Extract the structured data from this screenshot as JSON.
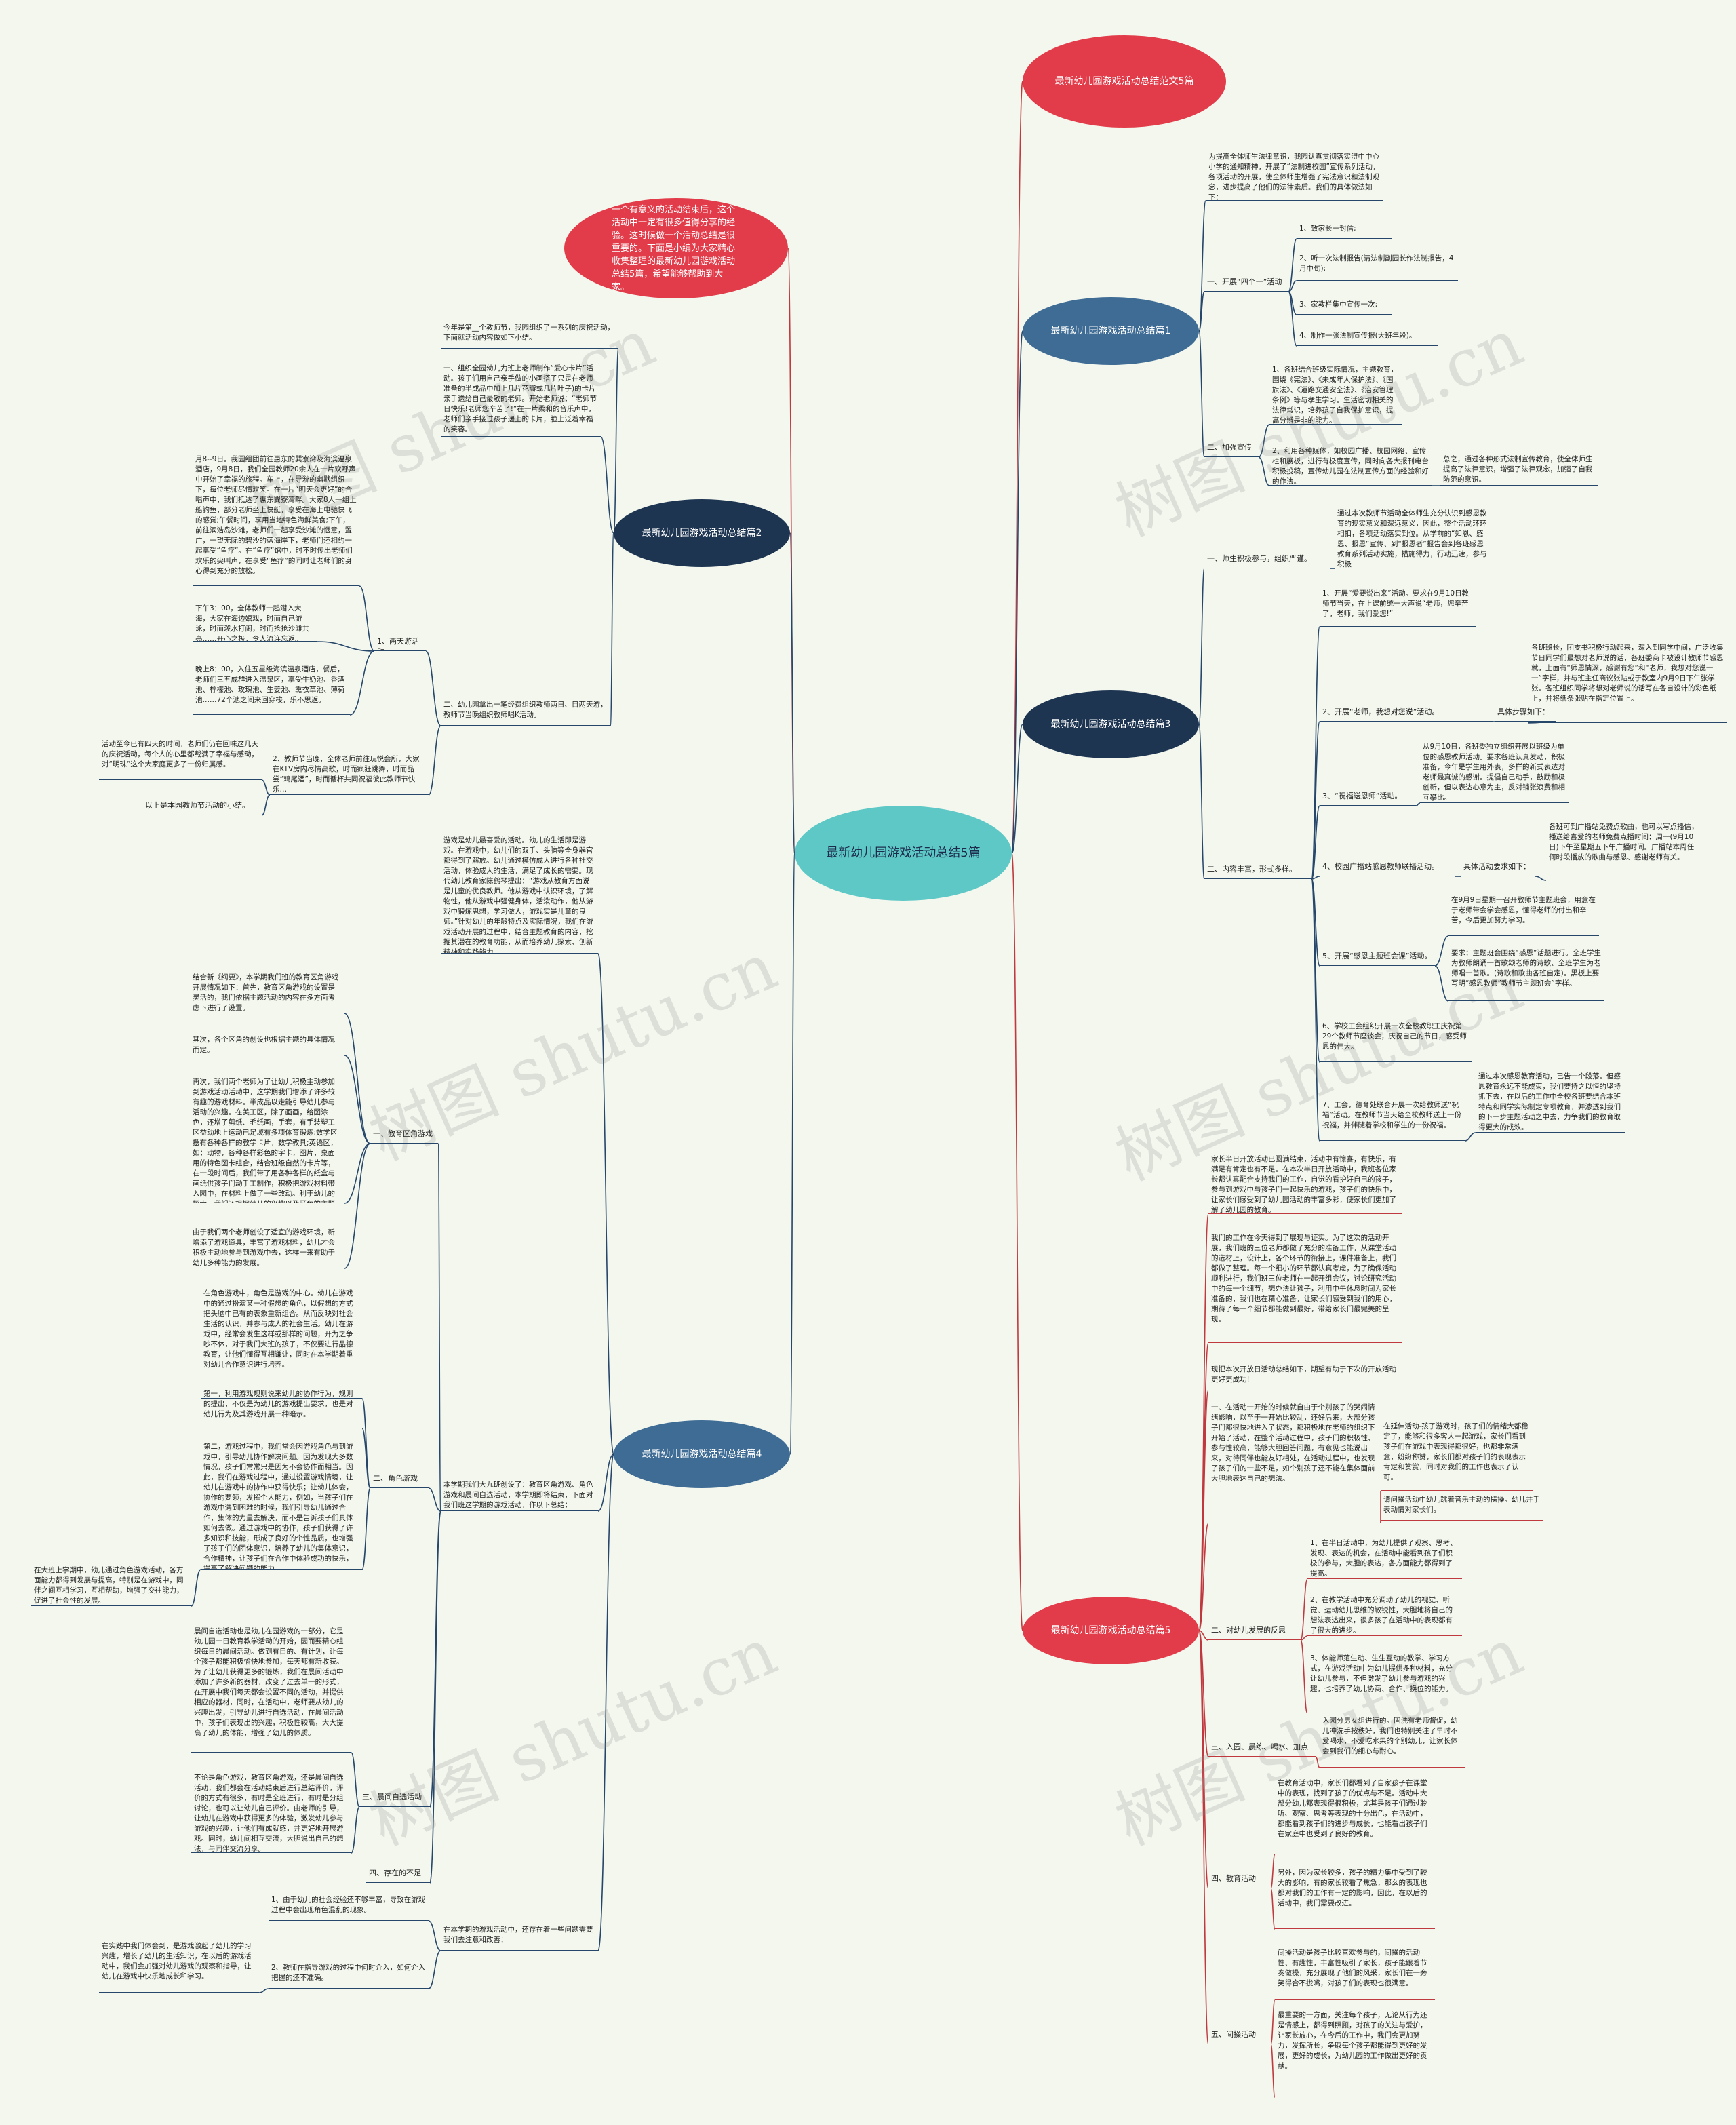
{
  "root": "最新幼儿园游戏活动总结5篇",
  "intro": "一个有意义的活动结束后，这个活动中一定有很多值得分享的经验。这时候做一个活动总结是很重要的。下面是小编为大家精心收集整理的最新幼儿园游戏活动总结5篇，希望能够帮助到大家。",
  "watermark": "树图 shutu.cn",
  "colors": {
    "blue": "#3f6c95",
    "navy": "#1e3552",
    "red": "#e23c4a",
    "center": "#5ec8c6",
    "line_blue": "#26466a",
    "line_red": "#c0393f"
  },
  "branches": [
    {
      "title": "最新幼儿园游戏活动总结范文5篇"
    },
    {
      "title": "最新幼儿园游戏活动总结篇1",
      "intro": "为提高全体师生法律意识，我园认真贯彻落实浔中中心小学的通知精神，开展了“法制进校园”宣传系列活动，各项活动的开展，使全体师生增强了宪法意识和法制观念，进步提高了他们的法律素质。我们的具体做法如下：",
      "s1": "一、开展“四个一”活动",
      "s1_items": [
        "1、致家长一封信;",
        "2、听一次法制报告(请法制副园长作法制报告，4月中旬);",
        "3、家教栏集中宣传一次;",
        "4、制作一张法制宣传报(大班年段)。"
      ],
      "s2": "二、加强宣传",
      "s2_item1": "1、各班结合班级实际情况，主题教育，围绕《宪法》、《未成年人保护法》、《国旗法》、《道路交通安全法》、《治安管理条例》等与孝生学习。生活密切相关的法律常识，培养孩子自我保护意识，提高分辨是非的能力。",
      "s2_item2": "2、利用各种媒体，如校园广播、校园网络、宣传栏和展板，进行有极度宣传，同时向各大报刊电台积极投稿，宣传幼儿园在法制宣传方面的经验和好的作法。",
      "s2_summary": "总之，通过各种形式法制宣传教育，使全体师生提高了法律意识，增强了法律观念，加强了自我防范的意识。"
    },
    {
      "title": "最新幼儿园游戏活动总结篇2",
      "intro": "今年是第__个教师节，我园组织了一系列的庆祝活动，下面就活动内容做如下小结。",
      "s1": "一、组织全园幼儿为班上老师制作“爱心卡片”活动。孩子们用自己亲手做的小画搭子只是在老师准备的半成品中加上几片花瓣或几片叶子)的卡片亲手送给自己最敬的老师。开始老师说：“老师节日快乐!老师您辛苦了!”在一片柔和的音乐声中，老师们亲手接过孩子递上的卡片，脸上泛着幸福的笑容。",
      "s2": "二、幼儿园拿出一笔经费组织教师两日、目两天游，教师节当晚组织教师唱K活动。",
      "s2_sub1": "1、两天游活动。",
      "day1": "月8--9日。我园组团前往惠东的巽寮湾及海滨温泉酒店，9月8日，我们全园教师20余人在一片欢呼声中开始了幸福的旅程。车上，在导游的幽默组织下，每位老师尽情欢笑。在一片“明天会更好”的合唱声中，我们抵达了惠东巽寮湾畔。大家8人一组上船钓鱼，部分老师坐上快艇，享受在海上电驰快飞的感觉;午餐时间，享用当地特色海鲜美食;下午，前往滨浩岛沙滩，老师们一起享受沙滩的惬意，置广，一望无际的碧沙的蓝海岸下，老师们还相约一起享受“鱼疗”。在“鱼疗”馆中，时不时传出老师们欢乐的尖叫声，在享受“鱼疗”的同时让老师们的身心得到充分的放松。",
      "day2a": "下午3：00，全体教师一起潜入大海，大家在海边嬉戏，时而自己游泳，时而泼水打闹，时而抢抢沙滩共亮……开心之极，令人流连忘返。",
      "day2b": "晚上8：00，入住五星级海滨温泉酒店，餐后，老师们三五成群进入温泉区，享受牛奶池、香酒池、柠檬池、玫瑰池、生姜池、熏衣草池、薄荷池……72个池之间来回穿梭，乐不思返。",
      "s2_sub2": "2、教师节当晚，全体老师前往玩悦会所，大家在KTV房内尽情高歌，时而疯狂跳舞，时而品尝“鸡尾酒”，时而循杯共同祝福彼此教师节快乐…",
      "feeling": "活动至今已有四天的时间，老师们仍在回味这几天的庆祝活动，每个人的心里都载满了幸福与感动，对“明珠”这个大家庭更多了一份归属感。",
      "closing": "以上是本园教师节活动的小结。"
    },
    {
      "title": "最新幼儿园游戏活动总结篇3",
      "s1": "一、师生积极参与，组织严谨。",
      "s1_text": "通过本次教师节活动全体师生充分认识到感恩教育的现实意义和深远意义，因此，整个活动环环相扣，各项活动落实到位。从学前的“知恩、感恩、报恩”宣传、到“报恩者”报告会到各班感恩教育系列活动实施，措施得力，行动迅速，参与积极",
      "s2": "二、内容丰富，形式多样。",
      "item1": "1、开展“爱要说出来”活动。要求在9月10日教师节当天，在上课前统一大声说“老师，您辛苦了，老师，我们爱您!”",
      "item2": "2、开展“老师，我想对您说”活动。",
      "item2_req": "具体步骤如下：",
      "item2_detail": "各班班长，团支书积极行动起来，深入到同学中间，广泛收集节日同学们最想对老师说的话，各班委商卡被设计教师节感恩就，上面有“师恩情深，感谢有您”和“老师，我想对您说一一”字样，并与班主任商议张贴或于教室内9月9日下午张学张。各班组织同学将想对老师说的话写在各自设计的彩色纸上，并将纸条张贴在指定位置上。",
      "item3": "3、“祝福送恩师”活动。",
      "item3_detail": "从9月10日，各班委独立组织开展以班级为单位的感恩教师活动。要求各班认真发动，积极准备，今年是学生用外表，多样的新式表达对老师最真诚的感谢。提倡自己动手，鼓励和极创新，但以表达心意为主，反对铺张浪费和相互攀比。",
      "item4": "4、校园广播站感恩教师联播活动。",
      "item4_req": "具体活动要求如下：",
      "item4_detail": "各班可到广播站免费点歌曲，也可以写点播信，播送给喜爱的老师免费点播时间：周一(9月10日)下午至星期五下午广播时间。广播站本周任何时段播放的歌曲与感恩、感谢老师有关。",
      "item5": "5、开展“感恩主题班会课”活动。",
      "item5_intro": "在9月9日星期一召开教师节主题班会，用意在于老师带会学会感恩，懂得老师的付出和辛苦，今后更加努力学习。",
      "item5_req": "要求：主题班会围绕“感恩”话题进行。全班学生为教师朗诵一首歌颂老师的诗歌、全班学生为老师唱一首歌。(诗歌和歌曲各班自定)。黑板上要写明“感恩教师”教师节主题班会”字样。",
      "item6": "6、学校工会组织开展一次全校教职工庆祝第29个教师节座谈会，庆祝自己的节日，感受师恩的伟大。",
      "item7": "7、工会，德育处联合开展一次给教师送“祝福”活动。在教师节当天给全校教师送上一份祝福，并伴随着学校和学生的一份祝福。",
      "item7_detail": "通过本次感恩教育活动，已告一个段落。但感恩教育永远不能成束，我们要持之以恒的坚持抓下去，在以后的工作中全校各班要结合本班特点和同学实际制定专项教育，并渗透到我们的下一步主题活动之中去，力争我们的教育取得更大的成效。"
    },
    {
      "title": "最新幼儿园游戏活动总结篇4",
      "intro": "游戏是幼儿最喜爱的活动。幼儿的生活即是游戏。在游戏中，幼儿们的双手、头脑等全身器官都得到了解放。幼儿通过模仿成人进行各种社交活动，体验成人的生活，满足了成长的需要。现代幼儿教育家陈鹤琴提出：“游戏从教育方面说是儿童的优良教师。他从游戏中认识环境，了解物性，他从游戏中强健身体，活泼动作，他从游戏中锻炼思想，学习做人，游戏实是儿童的良师。”针对幼儿的年龄特点及实际情况，我们在游戏活动开展的过程中，结合主题教育的内容，挖掘其潜在的教育功能，从而培养幼儿探索、创新精神和实践能力。",
      "middle": "本学期我们大九班创设了：教育区角游戏、角色游戏和晨间自选活动，本学期即将结束，下面对我们班这学期的游戏活动，作以下总结：",
      "s1": "一、教育区角游戏",
      "s1_p1": "结合新《纲要》，本学期我们班的教育区角游戏开展情况如下：首先，教育区角游戏的设置是灵活的，我们依据主题活动的内容在多方面考虑下进行了设置。",
      "s1_p2": "其次，各个区角的创设也根据主题的具体情况而定。",
      "s1_p3": "再次，我们两个老师为了让幼儿积极主动参加到游戏活动活动中，这学期我们增添了许多较有趣的游戏材料。半成品以走能引导幼儿参与活动的兴趣。在美工区，除了画画，给图涂色，还增了剪纸、毛纸画，手套，有手装塑工区益动地上运动已足域有多项体育锻炼;数学区摆有各种各样的教学卡片，数学教具;英语区，如：动物，各种各样彩色的字卡，图片，桌面用的特色图卡组合，结合班级自然的卡片等，在一段时间后，我们带了用各种各样的纸盒与画纸供孩子们动手工制作，积极把游戏材料带入园中，在材料上做了一些改动。利于幼儿的探索，我们还根据幼儿的兴趣以及区角的主题活动，增添了不少新颖有趣材料，有利于幼儿的学习。",
      "s1_p4": "由于我们两个老师创设了适宜的游戏环境，新增添了游戏道具，丰富了游戏材料，幼儿才会积极主动地参与到游戏中去，这样一来有助于幼儿多种能力的发展。",
      "s2": "二、角色游戏",
      "s2_p1": "在角色游戏中，角色是游戏的中心。幼儿在游戏中的通过扮演某一种假想的角色，以假想的方式把头脑中已有的表象重新组合。从而反映对社会生活的认识，并参与成人的社会生活。幼儿在游戏中，经常会发生这样或那样的问题，开为之争吵不休，对于我们大班的孩子，不仅要进行品德教育，让他们懂得互相谦让，同时在本学期着重对幼儿合作意识进行培养。",
      "s2_p2": "第一，利用游戏规则说来幼儿的协作行为，规则的提出，不仅是为幼儿的游戏提出要求，也是对幼儿行为及其游戏开展一种暗示。",
      "s2_p3": "第二，游戏过程中，我们常会因游戏角色与到游戏中，引导幼儿协作解决问题。因为发现大多数情况，孩子们常常只是因为不会协作而相当。因此，我们在游戏过程中，通过设置游戏情境，让幼儿在游戏中的协作中获得快乐；让幼儿体会，协作的要领，发挥个人能力，例如，当孩子们在游戏中遇到困难的时候，我们引导幼儿通过合作，集体的力量去解决，而不是告诉孩子们具体如何去做。通过游戏中的协作，孩子们获得了许多知识和技能，形成了良好的个性品质，也增强了孩子们的团体意识，培养了幼儿的集体意识，合作精神，让孩子们在合作中体验成功的快乐，提高了解决问题的能力。",
      "s2_side": "在大班上学期中，幼儿通过角色游戏活动，各方面能力都得到发展与提高，特别是在游戏中，同伴之间互相学习，互相帮助，增强了交往能力，促进了社会性的发展。",
      "s3": "三、晨间自选活动",
      "s3_p1": "晨间自选活动也是幼儿在园游戏的一部分，它是幼儿园一日教育教学活动的开始，因而要精心组织每日的晨间活动。做到有目的、有计划，让每个孩子都能积极愉快地参加，每天都有新收获。为了让幼儿获得更多的锻炼，我们在晨间活动中添加了许多新的器材，改变了过去单一的形式，在开展中我们每天都会设置不同的活动，并提供相应的器材，同时，在活动中，老师要从幼儿的兴趣出发，引导幼儿进行自选活动，在晨间活动中，孩子们表现出的兴趣，积极性较高，大大提高了幼儿的体能，增强了幼儿的体质。",
      "s3_p2": "不论是角色游戏，教育区角游戏，还是晨间自选活动，我们都会在活动结束后进行总结评价，评价的方式有很多，有时是全班进行，有时是分组讨论，也可以让幼儿自己评价。由老师的引导，让幼儿在游戏中获得更多的体验，激发幼儿参与游戏的兴趣，让他们有成就感，并更好地开展游戏。同时，幼儿间相互交流，大胆说出自己的想法，与同伴交流分享。",
      "s4": "四、存在的不足",
      "s4_intro": "在本学期的游戏活动中，还存在着一些问题需要我们去注意和改善：",
      "s4_item1": "1、由于幼儿的社会经验还不够丰富，导致在游戏过程中会出现角色混乱的现象。",
      "s4_item2": "2、教师在指导游戏的过程中何时介入，如何介入把握的还不准确。",
      "s4_side": "在实践中我们体会到，是游戏激起了幼儿的学习兴趣，增长了幼儿的生活知识，在以后的游戏活动中，我们会加强对幼儿游戏的观察和指导，让幼儿在游戏中快乐地成长和学习。"
    },
    {
      "title": "最新幼儿园游戏活动总结篇5",
      "s0_p1": "家长半日开放活动已圆满结束，活动中有惊喜，有快乐，有满足有肯定也有不足。在本次半日开放活动中，我班各位家长都认真配合支持我们的工作，自觉的看护好自己的孩子，参与到游戏中与孩子们一起快乐的游戏，孩子们的快乐中，让家长们感受到了幼儿园活动的丰富多彩，使家长们更加了解了幼儿园的教育。",
      "s0_p2": "我们的工作在今天得到了展现与证实。为了这次的活动开展，我们班的三位老师都做了充分的准备工作，从课堂活动的选材上，设计上，各个环节的衔接上，课件准备上，我们都做了整理。每一个细小的环节都认真考虑，为了确保活动顺利进行，我们班三位老师在一起开组会议，讨论研究活动中的每一个细节，想办法让孩子，利用中午休息时间为家长准备的，我们也在精心准备，让家长们感受到我们的用心，期待了每一个细节都能做到最好，带给家长们最完美的呈现。",
      "s0_p3": "现把本次开放日活动总结如下，期望有助于下次的开放活动更好更成功!",
      "s1": "一、在活动一开始的时候就自由于个别孩子的哭闹情绪影响，以至于一开始比较乱，还好后来，大部分孩子们都很快地进入了状态，都积极地在老师的组织下开始了活动，在整个活动过程中，孩子们的积极性、参与性较高，能够大胆回答问题，有意见也能说出来，对待同伴也能友好相处，在活动过程中，也发现了孩子们的一些不足，如个别孩子还不能在集体面前大胆地表达自己的想法。",
      "s1_side1": "在延伸活动-孩子游戏时，孩子们的情绪大都稳定了，能够和很多客人一起游戏，家长们看到孩子们在游戏中表现得都很好，也都非常满意，纷纷称赞，家长们都对孩子们的表现表示肯定和赞赏，同时对我们的工作也表示了认可。",
      "s1_side2": "请问操活动中幼儿跳着音乐主动的摆操。幼儿并手表动情对家长们。",
      "s2": "二、对幼儿发展的反思",
      "s2_item1": "1、在半日活动中，为幼儿提供了观察、思考、发现、表达的机会，在活动中能看到孩子们积极的参与，大胆的表达，各方面能力都得到了提高。",
      "s2_item2": "2、在教学活动中充分调动了幼儿的视觉、听觉、运动幼儿思维的敏锐性，大胆地将自己的想法表达出来，很多孩子在活动中的表现都有了很大的进步。",
      "s2_item3": "3、体能师范生动、生生互动的教学、学习方式，在游戏活动中为幼儿提供多种材料，充分让幼儿参与，不但激发了幼儿参与游戏的兴趣，也培养了幼儿协商、合作、换位的能力。",
      "s3": "三、入园、晨练、喝水、加点",
      "s3_text": "入园分男女组进行的。固洗有老师督促，幼儿冲洗手按秩好，我们也特别关注了早时不爱喝水，不爱吃水果的个别幼儿，让家长体会到我们的细心与耐心。",
      "s4": "四、教育活动",
      "s4_p1": "在教育活动中，家长们都看到了自家孩子在课堂中的表现，找到了孩子的优点与不足。活动中大部分幼儿都表现得很积极，尤其是孩子们通过聆听、观察、思考等表现的十分出色，在活动中，都能看到孩子们的进步与成长，也能看出孩子们在家庭中也受到了良好的教育。",
      "s4_p2": "另外，因为家长较多，孩子的精力集中受到了较大的影响，有的家长较看了焦急，那么的表现也都对我们的工作有一定的影响，因此，在以后的活动中，我们需要改进。",
      "s5": "五、间操活动",
      "s5_p1": "间操活动是孩子比较喜欢参与的，间操的活动性、有趣性，丰富性吸引了家长，孩子能跟着节奏做操，充分展现了他们的风采，家长们在一旁笑得合不拢嘴，对孩子们的表现也很满意。",
      "s5_p2": "最重要的一方面，关注每个孩子，无论从行为还是情感上，都得到照顾，对孩子的关注与爱护，让家长放心，在今后的工作中，我们会更加努力，发挥所长，争取每个孩子都能得到更好的发展，更好的成长，为幼儿园的工作做出更好的贡献。"
    }
  ]
}
